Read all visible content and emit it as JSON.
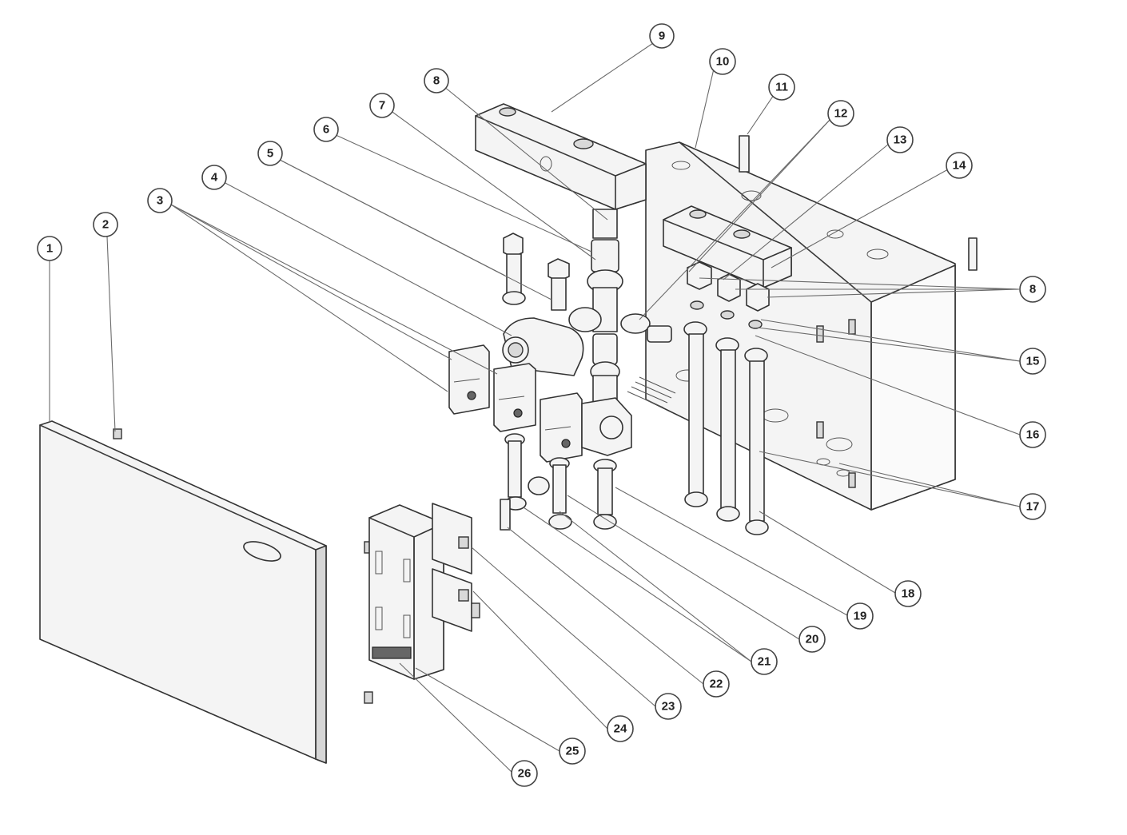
{
  "callouts": [
    {
      "id": "c1",
      "label": "1"
    },
    {
      "id": "c2",
      "label": "2"
    },
    {
      "id": "c3",
      "label": "3"
    },
    {
      "id": "c4",
      "label": "4"
    },
    {
      "id": "c5",
      "label": "5"
    },
    {
      "id": "c6",
      "label": "6"
    },
    {
      "id": "c7",
      "label": "7"
    },
    {
      "id": "c8a",
      "label": "8"
    },
    {
      "id": "c9",
      "label": "9"
    },
    {
      "id": "c10",
      "label": "10"
    },
    {
      "id": "c11",
      "label": "11"
    },
    {
      "id": "c12",
      "label": "12"
    },
    {
      "id": "c13",
      "label": "13"
    },
    {
      "id": "c14",
      "label": "14"
    },
    {
      "id": "c8b",
      "label": "8"
    },
    {
      "id": "c15",
      "label": "15"
    },
    {
      "id": "c16",
      "label": "16"
    },
    {
      "id": "c17",
      "label": "17"
    },
    {
      "id": "c18",
      "label": "18"
    },
    {
      "id": "c19",
      "label": "19"
    },
    {
      "id": "c20",
      "label": "20"
    },
    {
      "id": "c21",
      "label": "21"
    },
    {
      "id": "c22",
      "label": "22"
    },
    {
      "id": "c23",
      "label": "23"
    },
    {
      "id": "c24",
      "label": "24"
    },
    {
      "id": "c25",
      "label": "25"
    },
    {
      "id": "c26",
      "label": "26"
    }
  ]
}
